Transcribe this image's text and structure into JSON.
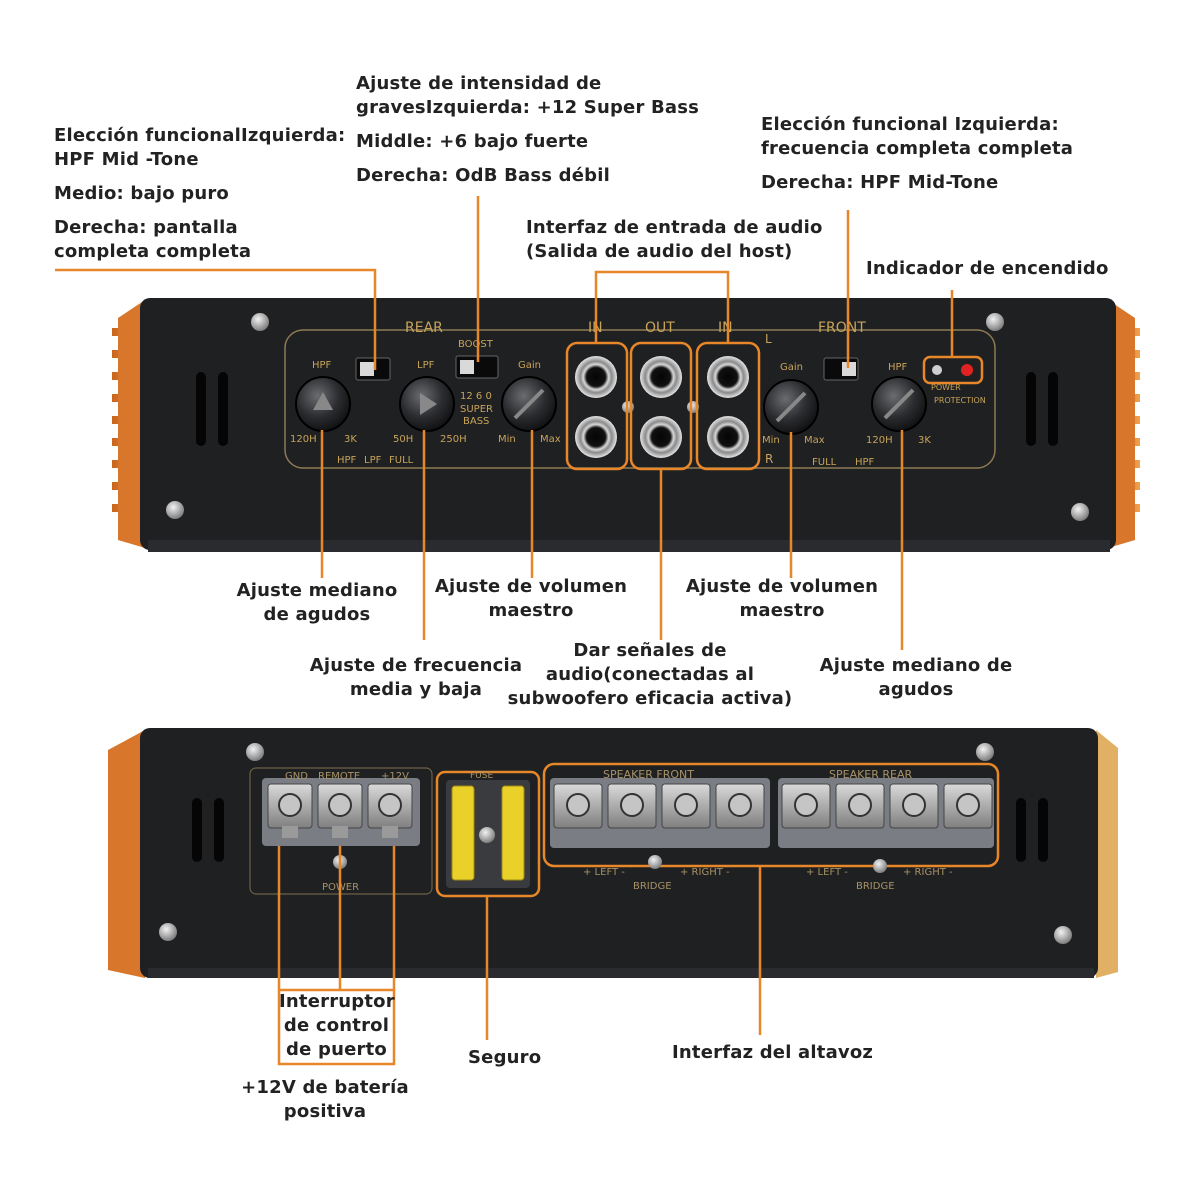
{
  "colors": {
    "accent": "#e8862a",
    "panel": "#1f2022",
    "text": "#222222",
    "silkscreen": "#c8a35a"
  },
  "annotations": {
    "bass_boost": {
      "lines": [
        "Ajuste de intensidad de",
        "gravesIzquierda: +12 Super Bass"
      ],
      "middle": "Middle: +6 bajo fuerte",
      "right": "Derecha: OdB Bass débil"
    },
    "rear_mode": {
      "lines": [
        "Elección funcionalIzquierda:",
        "HPF Mid -Tone"
      ],
      "middle": "Medio: bajo puro",
      "right_lines": [
        "Derecha: pantalla",
        "completa completa"
      ]
    },
    "front_mode": {
      "lines": [
        "Elección funcional Izquierda:",
        "frecuencia completa completa"
      ],
      "right": "Derecha: HPF Mid-Tone"
    },
    "audio_input": {
      "lines": [
        "Interfaz de entrada de audio",
        "(Salida de audio del host)"
      ]
    },
    "power_indicator": "Indicador de encendido",
    "rear_hpf": {
      "lines": [
        "Ajuste mediano",
        "de agudos"
      ]
    },
    "rear_gain": {
      "lines": [
        "Ajuste de volumen",
        "maestro"
      ]
    },
    "front_gain": {
      "lines": [
        "Ajuste de volumen",
        "maestro"
      ]
    },
    "lpf": {
      "lines": [
        "Ajuste de frecuencia",
        "media y baja"
      ]
    },
    "audio_out": {
      "lines": [
        "Dar señales de",
        "audio(conectadas al",
        "subwoofero eficacia activa)"
      ]
    },
    "front_hpf": {
      "lines": [
        "Ajuste mediano de",
        "agudos"
      ]
    },
    "remote": {
      "lines": [
        "Interruptor",
        "de control",
        "de puerto"
      ]
    },
    "battery": {
      "lines": [
        "+12V de batería",
        "positiva"
      ]
    },
    "fuse": "Seguro",
    "speaker": "Interfaz del altavoz"
  },
  "panel_top": {
    "rear": "REAR",
    "in_left": "IN",
    "out": "OUT",
    "in_right": "IN",
    "front": "FRONT",
    "boost": "BOOST",
    "boost_nums": "12 6 0",
    "super": "SUPER",
    "bass": "BASS",
    "hpf": "HPF",
    "lpf": "LPF",
    "gain": "Gain",
    "r_hpf_min": "120H",
    "r_hpf_max": "3K",
    "lpf_min": "50H",
    "lpf_max": "250H",
    "gain_min": "Min",
    "gain_max": "Max",
    "mode_hpf": "HPF",
    "mode_lpf": "LPF",
    "mode_full": "FULL",
    "f_mode_full": "FULL",
    "f_mode_hpf": "HPF",
    "ch_l": "L",
    "ch_r": "R",
    "power": "POWER",
    "protection": "PROTECTION"
  },
  "panel_bottom": {
    "gnd": "GND",
    "remote": "REMOTE",
    "v12": "+12V",
    "power": "POWER",
    "fuse": "FUSE",
    "speaker_front": "SPEAKER FRONT",
    "speaker_rear": "SPEAKER REAR",
    "left": "+ LEFT -",
    "right": "+ RIGHT -",
    "bridge": "BRIDGE"
  }
}
